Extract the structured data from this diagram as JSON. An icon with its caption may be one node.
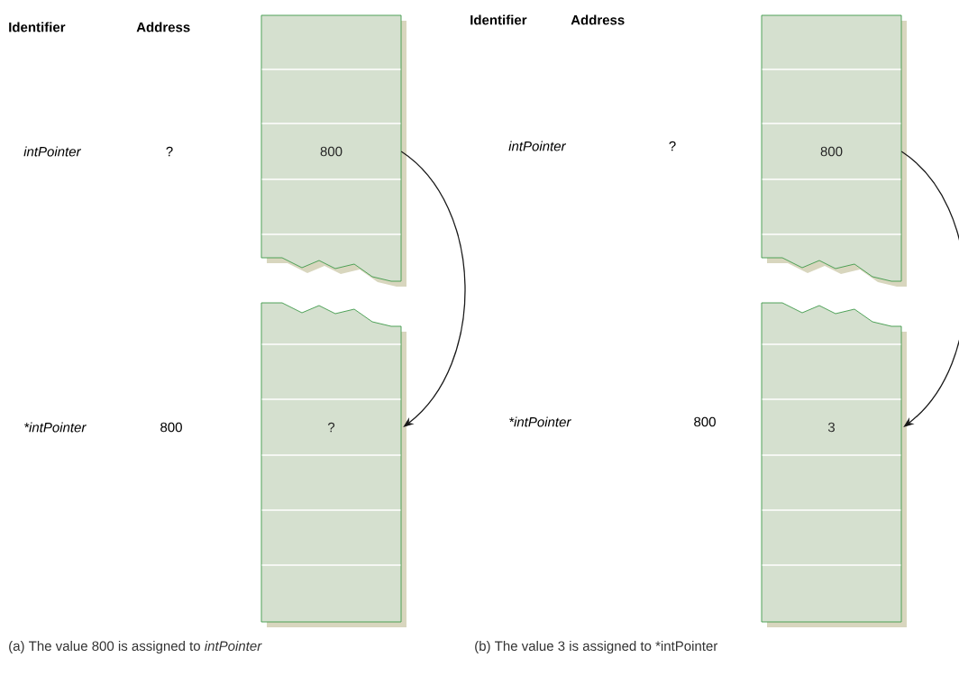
{
  "diagram": {
    "nodes": [
      {
        "text": [],
        "shape": "box"
      },
      {
        "text": [
          "800"
        ],
        "in": 0
      },
      {
        "text": [],
        "shape": "box"
      },
      {
        "text": [
          "?"
        ],
        "in": 2
      },
      {
        "text": [],
        "shape": "box"
      },
      {
        "text": [
          "800"
        ],
        "in": 4
      },
      {
        "text": [],
        "shape": "box"
      },
      {
        "text": [
          "3"
        ],
        "in": 6
      }
    ],
    "edges": [
      {
        "from": 1,
        "to": 3,
        "arrow": "to"
      },
      {
        "from": 5,
        "to": 7,
        "arrow": "to"
      }
    ],
    "labels": [
      "Identifier",
      "Address",
      "Identifier",
      "Address",
      "intPointer",
      "?",
      "intPointer",
      "?",
      "*intPointer",
      "800",
      "*intPointer",
      "800",
      "(a) The value 800 is assigned to *intPointer*",
      "(b) The value 3 is assigned to *intPointer"
    ]
  }
}
